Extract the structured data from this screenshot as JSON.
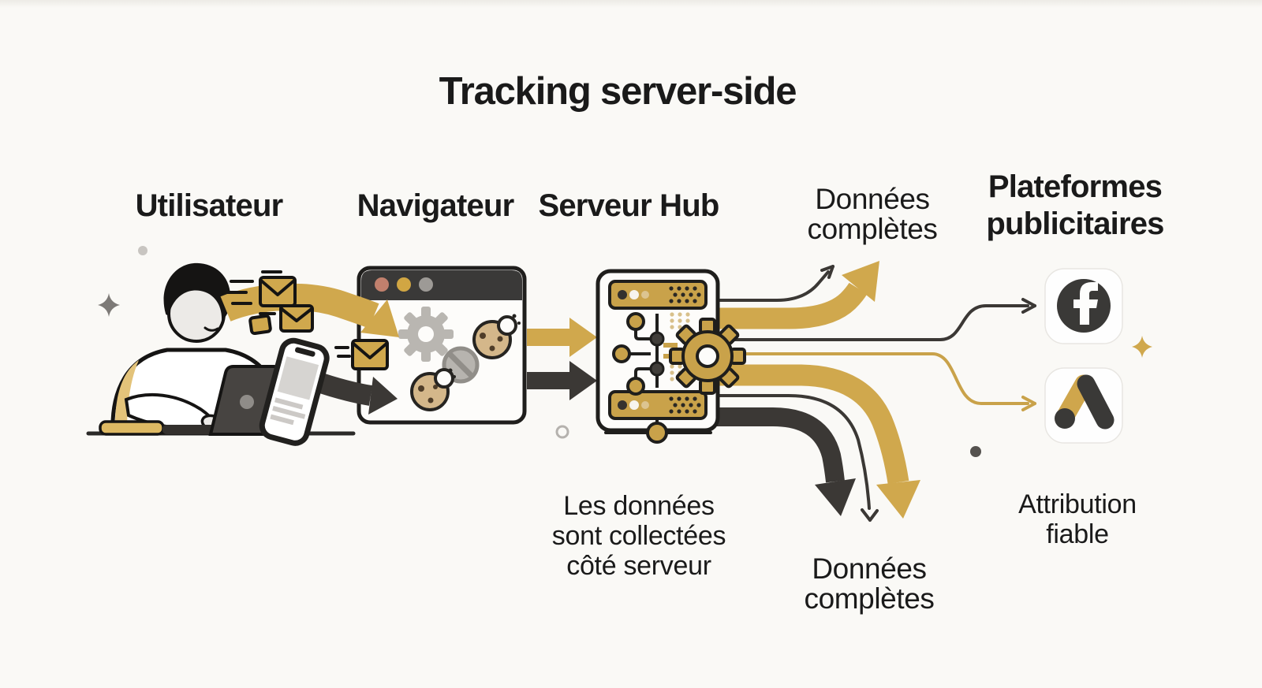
{
  "title": "Tracking server-side",
  "labels": {
    "user": "Utilisateur",
    "browser": "Navigateur",
    "server": "Serveur Hub",
    "complete_data_top_line1": "Données",
    "complete_data_top_line2": "complètes",
    "platforms_line1": "Plateformes",
    "platforms_line2": "publicitaires"
  },
  "captions": {
    "server_note_line1": "Les données",
    "server_note_line2": "sont collectées",
    "server_note_line3": "côté serveur",
    "complete_data_bottom_line1": "Données",
    "complete_data_bottom_line2": "complètes",
    "attribution_line1": "Attribution",
    "attribution_line2": "fiable"
  },
  "icons": {
    "person_laptop": "person-laptop-icon",
    "smartphone": "smartphone-icon",
    "envelope": "envelope-icon",
    "browser_window": "browser-window-icon",
    "gear": "gear-icon",
    "cookie": "cookie-icon",
    "blocked": "blocked-icon",
    "server_rack": "server-rack-icon",
    "facebook": "facebook-icon",
    "google_ads": "google-ads-icon",
    "sparkle": "sparkle-icon"
  },
  "colors": {
    "background": "#faf9f6",
    "ink": "#1f1e1c",
    "text": "#1a1a1a",
    "gold": "#d0a84d",
    "gold_deep": "#c9a24a",
    "gold_light": "#e3c37a",
    "dark": "#3b3835",
    "gray_icon": "#b9b6b1",
    "cookie_tan": "#d4b78a",
    "card_white": "#fefefe"
  }
}
